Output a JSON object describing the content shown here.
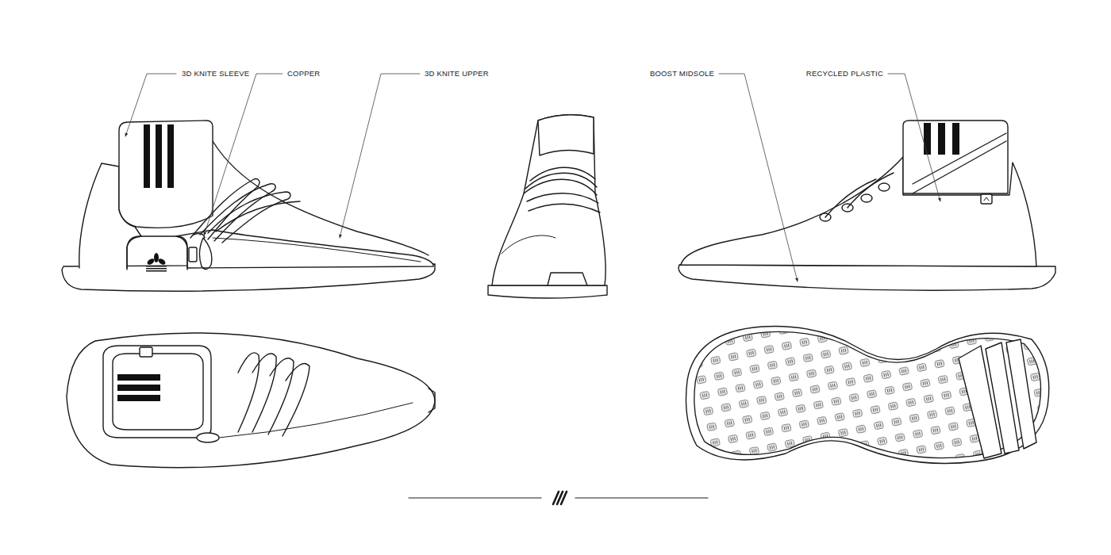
{
  "diagram": {
    "labels": [
      "3D KNITE SLEEVE",
      "COPPER",
      "3D KNITE UPPER",
      "BOOST MIDSOLE",
      "RECYCLED PLASTIC"
    ]
  }
}
